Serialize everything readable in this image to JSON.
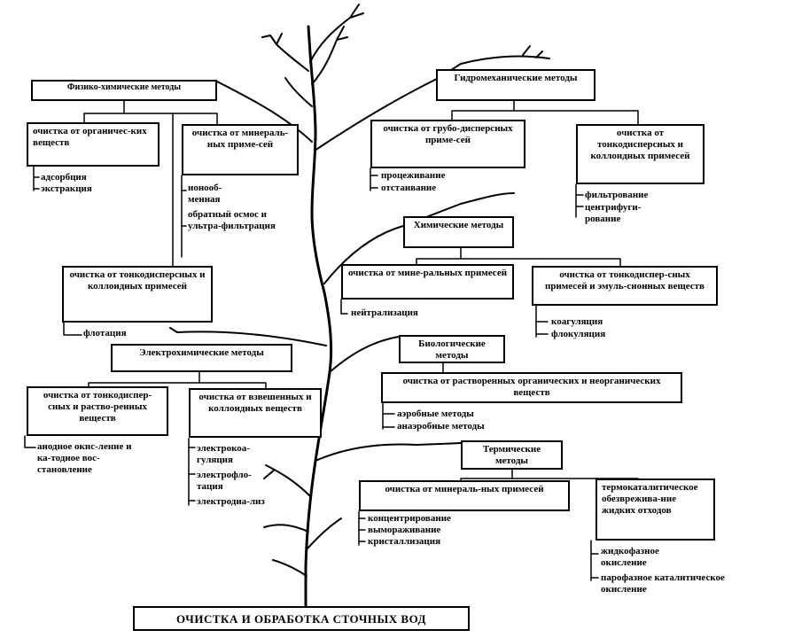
{
  "root": "ОЧИСТКА И ОБРАБОТКА СТОЧНЫХ ВОД",
  "physchem": {
    "title": "Физико-химические методы",
    "org": {
      "title": "очистка от органичес-ких веществ",
      "methods": [
        "адсорбция",
        "экстракция"
      ]
    },
    "mineral": {
      "title": "очистка от минераль-ных приме-сей",
      "methods": [
        "ионооб-менная",
        "обратный осмос и ультра-фильтрация"
      ]
    },
    "fine": {
      "title": "очистка от тонкодисперсных и коллоидных примесей",
      "methods": [
        "флотация"
      ]
    }
  },
  "electrochem": {
    "title": "Электрохимические методы",
    "fine": {
      "title": "очистка от тонкодиспер-сных и раство-ренных веществ",
      "methods": [
        "анодное окис-ление и ка-тодное вос-становление"
      ]
    },
    "suspended": {
      "title": "очистка от взвешенных и коллоидных веществ",
      "methods": [
        "электрокоа-гуляция",
        "электрофло-тация",
        "электродиа-лиз"
      ]
    }
  },
  "hydromech": {
    "title": "Гидромеханические методы",
    "coarse": {
      "title": "очистка от грубо-дисперсных приме-сей",
      "methods": [
        "процеживание",
        "отстаивание"
      ]
    },
    "fine": {
      "title": "очистка от тонкодисперсных и коллоидных примесей",
      "methods": [
        "фильтрование",
        "центрифуги-рование"
      ]
    }
  },
  "chem": {
    "title": "Химические методы",
    "mineral": {
      "title": "очистка от мине-ральных примесей",
      "methods": [
        "нейтрализация"
      ]
    },
    "emuls": {
      "title": "очистка от тонкодиспер-сных примесей и эмуль-сионных веществ",
      "methods": [
        "коагуляция",
        "флокуляция"
      ]
    }
  },
  "bio": {
    "title": "Биологические методы",
    "dissolved": {
      "title": "очистка от растворенных органических и неорганических веществ",
      "methods": [
        "аэробные методы",
        "анаэробные методы"
      ]
    }
  },
  "thermal": {
    "title": "Термические методы",
    "mineral": {
      "title": "очистка от минераль-ных примесей",
      "methods": [
        "концентрирование",
        "вымораживание",
        "кристаллизация"
      ]
    },
    "catalytic": {
      "title": "термокаталитическое обезврежива-ние жидких отходов",
      "methods": [
        "жидкофазное окисление",
        "парофазное каталитическое окисление"
      ]
    }
  }
}
